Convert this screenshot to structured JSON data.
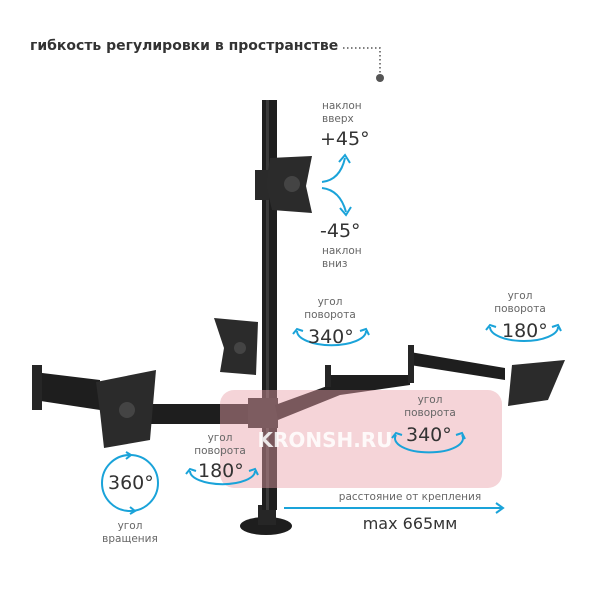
{
  "title": "гибкость регулировки в пространстве",
  "tilt": {
    "up_label_1": "наклон",
    "up_label_2": "вверх",
    "up_value": "+45°",
    "down_value": "-45°",
    "down_label_1": "наклон",
    "down_label_2": "вниз"
  },
  "swivel_top": {
    "label_1": "угол",
    "label_2": "поворота",
    "value": "340°"
  },
  "swivel_right": {
    "label_1": "угол",
    "label_2": "поворота",
    "value": "180°"
  },
  "swivel_mid": {
    "label_1": "угол",
    "label_2": "поворота",
    "value": "340°"
  },
  "swivel_left": {
    "label_1": "угол",
    "label_2": "поворота",
    "value": "180°"
  },
  "rotation": {
    "value": "360°",
    "label_1": "угол",
    "label_2": "вращения"
  },
  "distance": {
    "label": "расстояние от крепления",
    "value": "max 665мм"
  },
  "watermark": "KRONSH.RU",
  "colors": {
    "accent": "#1aa3d9",
    "mount": "#1e1e1e",
    "text": "#333333",
    "watermark": "#e8a0a8"
  }
}
